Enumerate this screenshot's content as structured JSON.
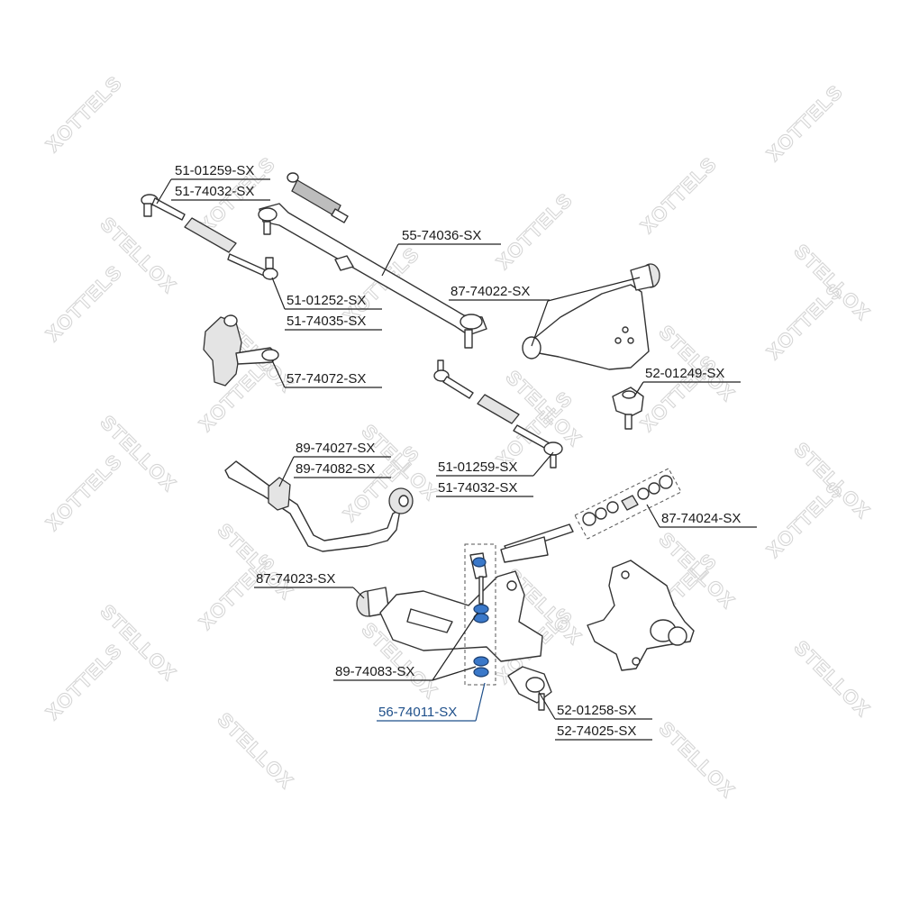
{
  "watermark": {
    "brand": "STELLOX",
    "brand_mirror": "XOTTELS"
  },
  "colors": {
    "text": "#1a1a1a",
    "highlight": "#1e4f8a",
    "part_fill_blue": "#3a78c9",
    "watermark": "#d6d6d6"
  },
  "labels": {
    "tie_rod_end_top_1": "51-01259-SX",
    "tie_rod_end_top_2": "51-74032-SX",
    "drag_link": "55-74036-SX",
    "upper_arm": "87-74022-SX",
    "inner_end_1": "51-01252-SX",
    "inner_end_2": "51-74035-SX",
    "idler_arm": "57-74072-SX",
    "upper_ball_joint": "52-01249-SX",
    "stab_bushing_1": "89-74027-SX",
    "stab_bushing_2": "89-74082-SX",
    "tie_rod_end_mid_1": "51-01259-SX",
    "tie_rod_end_mid_2": "51-74032-SX",
    "lower_arm_bush_kit": "87-74024-SX",
    "lower_arm_bushing": "87-74023-SX",
    "stab_link_bushing": "89-74083-SX",
    "stab_link": "56-74011-SX",
    "lower_ball_joint_1": "52-01258-SX",
    "lower_ball_joint_2": "52-74025-SX"
  }
}
